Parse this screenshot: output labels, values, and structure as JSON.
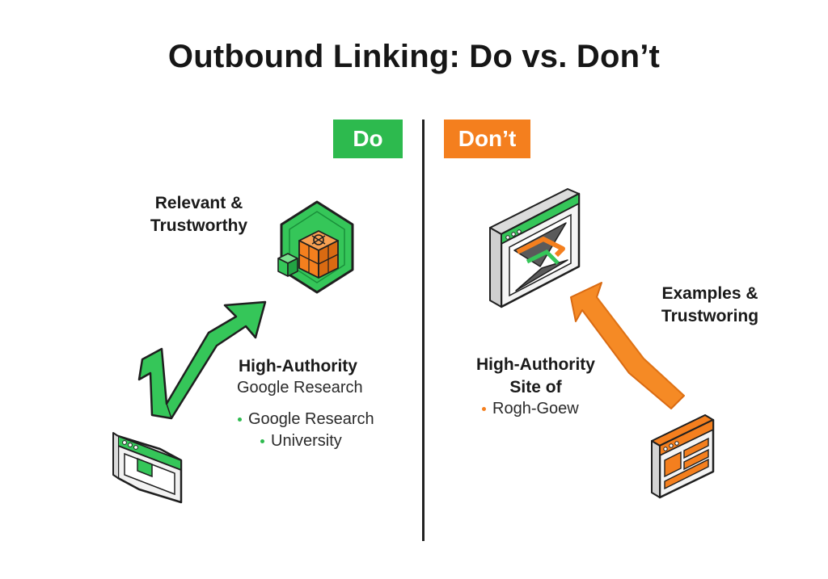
{
  "title": "Outbound Linking: Do vs. Don’t",
  "colors": {
    "do": "#2dba4e",
    "dont": "#f47f1e",
    "dark": "#2a2a2a"
  },
  "do": {
    "badge": "Do",
    "label_line1": "Relevant &",
    "label_line2": "Trustworthy",
    "authority_title": "High-Authority",
    "authority_sub": "Google Research",
    "bullets": [
      "Google Research",
      "University"
    ]
  },
  "dont": {
    "badge": "Don’t",
    "label_line1": "Examples &",
    "label_line2": "Trustworing",
    "authority_title": "High-Authority",
    "authority_sub": "Site of",
    "bullets": [
      "Rogh-Goew"
    ]
  },
  "icons": [
    "browser-window-green-icon",
    "hexagon-cube-icon",
    "green-arrow-icon",
    "broken-window-icon",
    "orange-arrow-icon",
    "browser-window-orange-icon"
  ]
}
